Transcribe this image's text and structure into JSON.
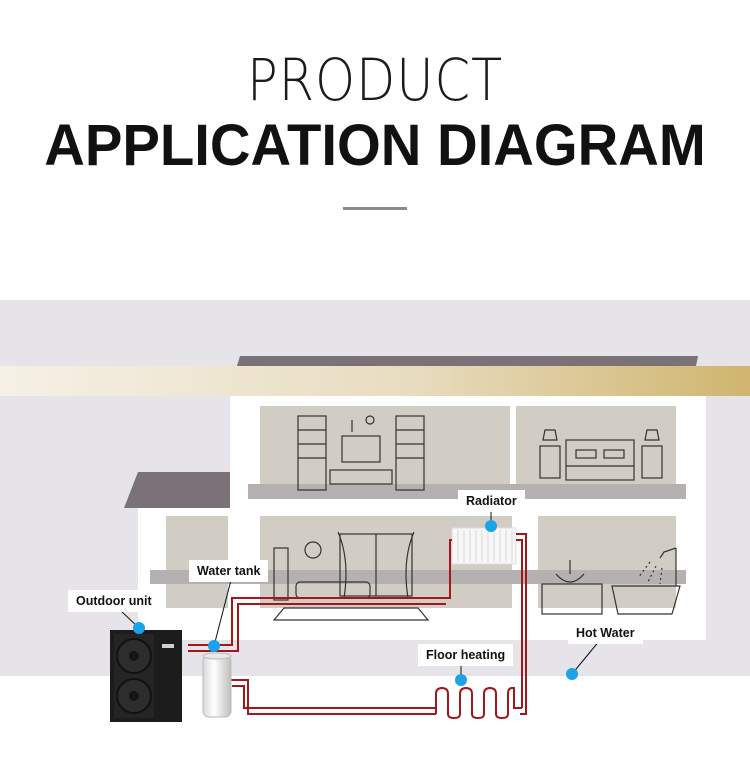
{
  "header": {
    "title_top": "PRODUCT",
    "title_bottom": "APPLICATION DIAGRAM"
  },
  "labels": {
    "radiator": "Radiator",
    "water_tank": "Water tank",
    "outdoor_unit": "Outdoor unit",
    "floor_heating": "Floor heating",
    "hot_water": "Hot Water"
  },
  "colors": {
    "accent_dot": "#1aa3e8",
    "pipe": "#a3161c",
    "wall": "#d2cdc4",
    "roof": "#7a7277",
    "background_band": "#e6e4e8"
  }
}
